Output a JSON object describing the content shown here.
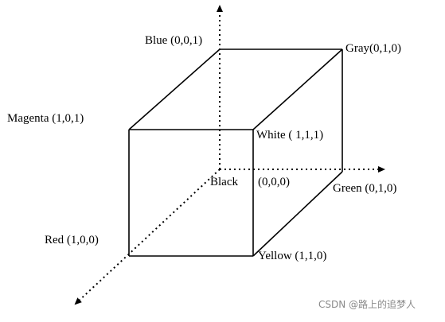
{
  "vertices": {
    "blue": "Blue (0,0,1)",
    "gray": "Gray(0,1,0)",
    "magenta": "Magenta (1,0,1)",
    "white": "White ( 1,1,1)",
    "black": "Black",
    "black_coord": "(0,0,0)",
    "green": "Green (0,1,0)",
    "red": "Red (1,0,0)",
    "yellow": "Yellow (1,1,0)"
  },
  "watermark": "CSDN @路上的追梦人",
  "colors": {
    "ink": "#000000",
    "watermark": "#8a8a8a"
  }
}
